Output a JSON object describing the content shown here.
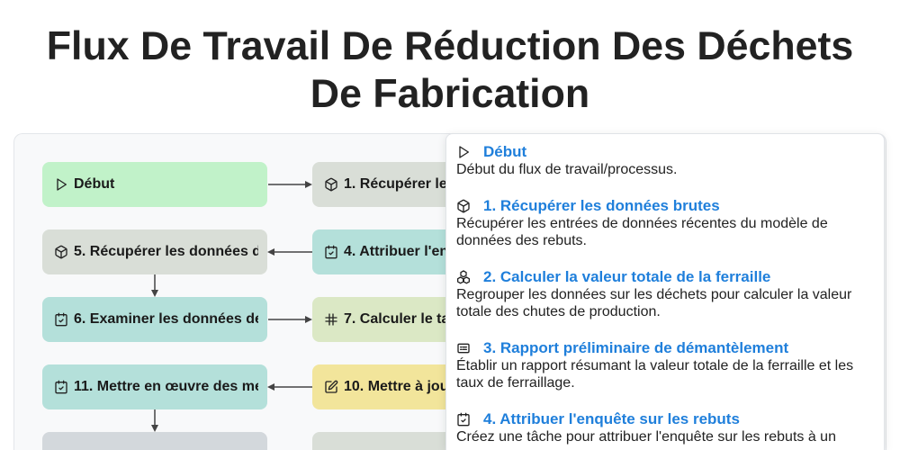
{
  "title": "Flux De Travail De Réduction Des Déchets De Fabrication",
  "colors": {
    "node_start": "#c1f2c9",
    "node_fetch": "#d9ded7",
    "node_task": "#b4e0da",
    "node_calc": "#dbe8c5",
    "node_edit": "#f2e59b",
    "node_report": "#d3d8dc",
    "link": "#1f7fdb",
    "panel_bg": "#f8f9fa"
  },
  "diagram": {
    "nodes": [
      {
        "label": "Début",
        "icon": "play-icon"
      },
      {
        "label": "1. Récupérer le",
        "icon": "cube-icon"
      },
      {
        "label": "5. Récupérer les données d",
        "icon": "cube-icon"
      },
      {
        "label": "4. Attribuer l'en",
        "icon": "calendar-check-icon"
      },
      {
        "label": "6. Examiner les données de",
        "icon": "calendar-check-icon"
      },
      {
        "label": "7. Calculer le ta",
        "icon": "hash-icon"
      },
      {
        "label": "11. Mettre en œuvre des me",
        "icon": "calendar-check-icon"
      },
      {
        "label": "10. Mettre à jou",
        "icon": "edit-icon"
      }
    ]
  },
  "details": [
    {
      "icon": "play-icon",
      "title": "Début",
      "description": "Début du flux de travail/processus."
    },
    {
      "icon": "cube-icon",
      "title": "1. Récupérer les données brutes",
      "description": "Récupérer les entrées de données récentes du modèle de données des rebuts."
    },
    {
      "icon": "cubes-icon",
      "title": "2. Calculer la valeur totale de la ferraille",
      "description": "Regrouper les données sur les déchets pour calculer la valeur totale des chutes de production."
    },
    {
      "icon": "list-icon",
      "title": "3. Rapport préliminaire de démantèlement",
      "description": "Établir un rapport résumant la valeur totale de la ferraille et les taux de ferraillage."
    },
    {
      "icon": "calendar-check-icon",
      "title": "4. Attribuer l'enquête sur les rebuts",
      "description": "Créez une tâche pour attribuer l'enquête sur les rebuts à un"
    }
  ]
}
